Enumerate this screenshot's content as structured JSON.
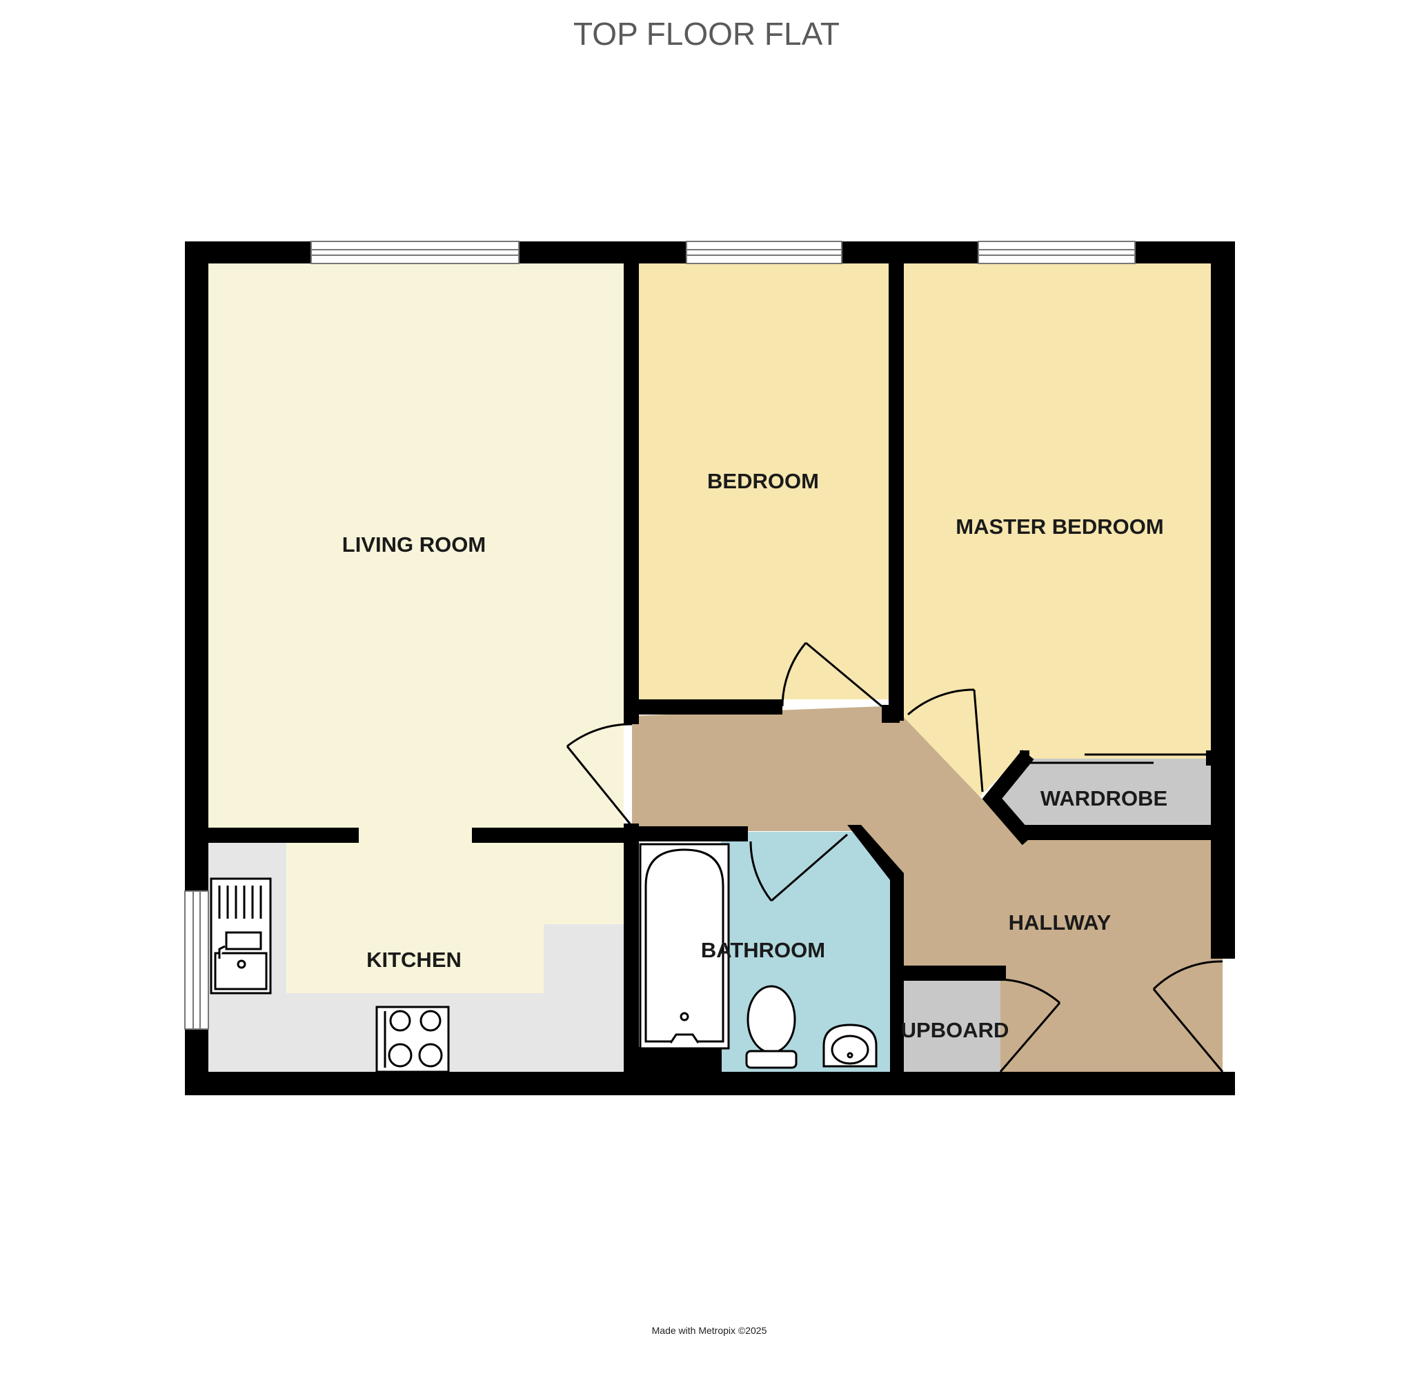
{
  "title": "TOP FLOOR FLAT",
  "credit": "Made with Metropix ©2025",
  "rooms": {
    "living_room": "LIVING ROOM",
    "bedroom": "BEDROOM",
    "master_bedroom": "MASTER BEDROOM",
    "wardrobe": "WARDROBE",
    "kitchen": "KITCHEN",
    "bathroom": "BATHROOM",
    "hallway": "HALLWAY",
    "cupboard": "UPBOARD"
  },
  "colors": {
    "wall": "#000000",
    "living": "#f8f4da",
    "bedroom": "#f7e6ae",
    "hallway": "#c8ae8c",
    "bathroom": "#b0d8df",
    "storage": "#c8c8c8",
    "kitchen_counter": "#e6e6e6"
  }
}
